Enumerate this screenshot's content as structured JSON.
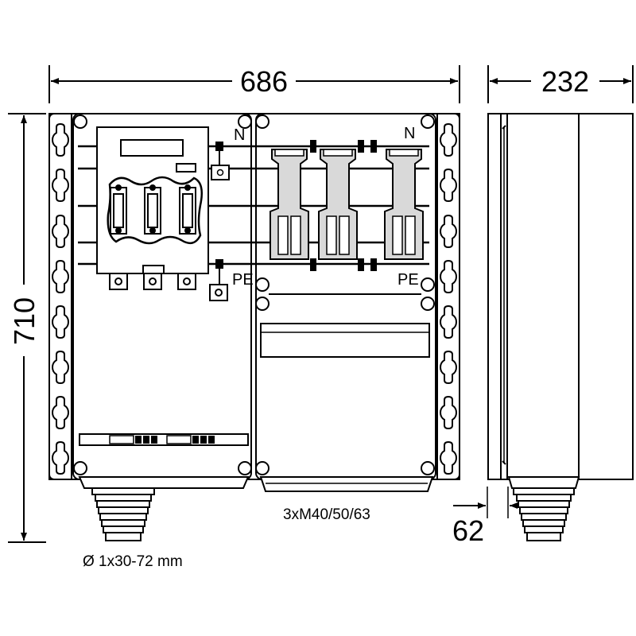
{
  "dimensions": {
    "width": "686",
    "depth": "232",
    "height": "710",
    "gland_depth": "62"
  },
  "labels": {
    "neutral_left": "N",
    "neutral_right": "N",
    "earth_left": "PE",
    "earth_right": "PE",
    "gland_note": "3xM40/50/63",
    "cable_note": "Ø 1x30-72 mm"
  },
  "colors": {
    "line": "#000000",
    "background": "#ffffff",
    "component_fill": "#d9d9d9"
  }
}
